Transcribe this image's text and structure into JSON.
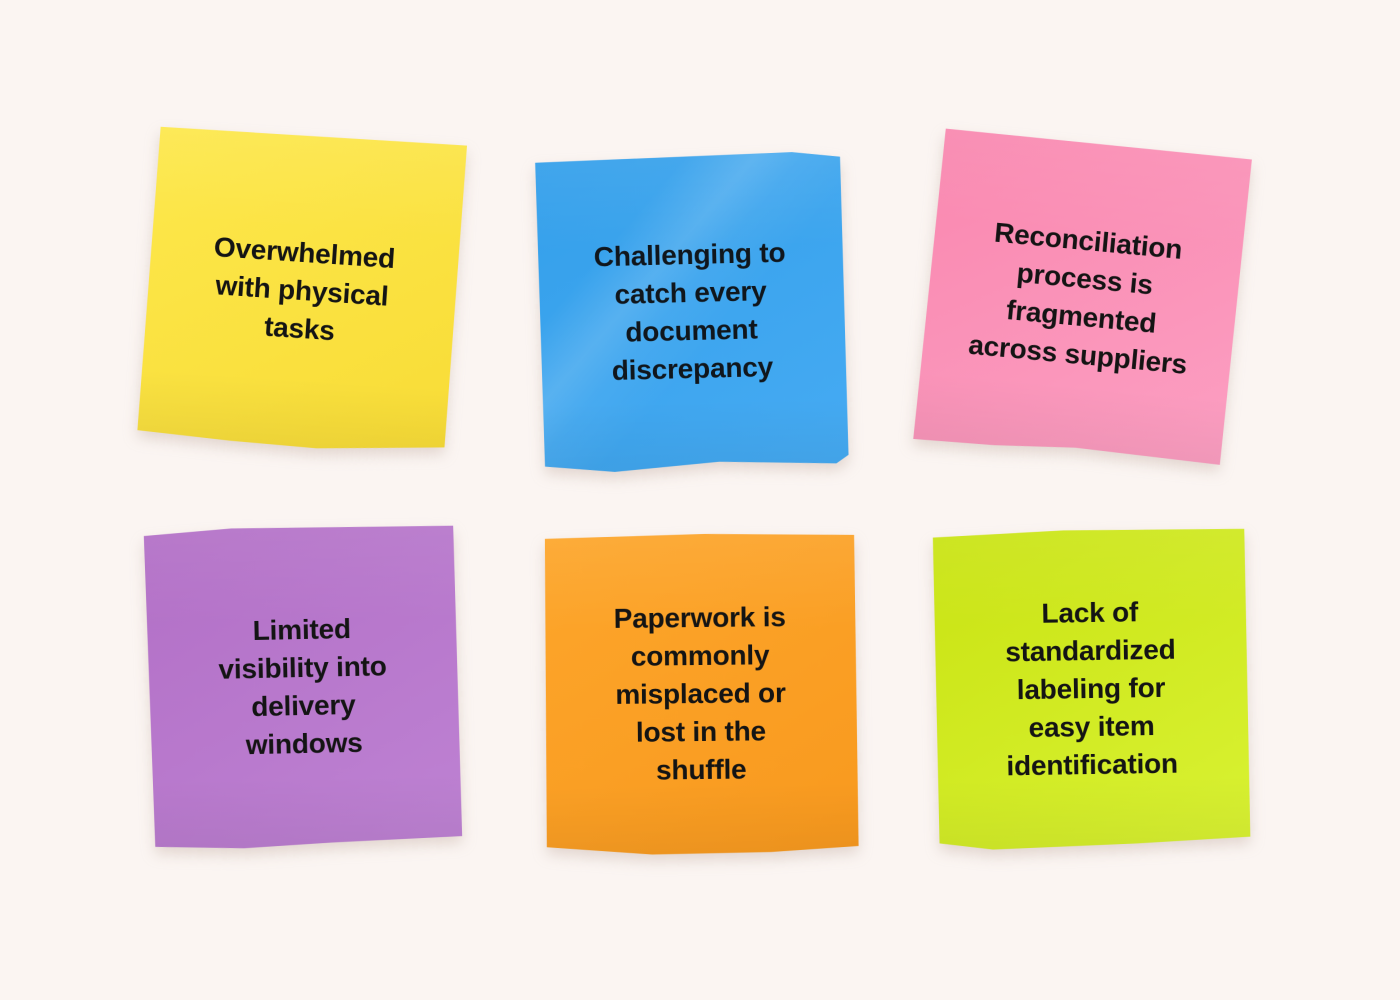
{
  "board": {
    "background_color": "#FBF5F2",
    "text_color": "#141414",
    "notes": [
      {
        "id": "physical-tasks",
        "color_name": "yellow",
        "gradient_top": "#FDE84C",
        "gradient_bottom": "#F8DC36",
        "text_color": "#141414",
        "text": "Overwhelmed\nwith physical\ntasks"
      },
      {
        "id": "document-discrepancy",
        "color_name": "blue",
        "gradient_top": "#339FEA",
        "gradient_bottom": "#46ABF3",
        "text_color": "#10161c",
        "text": "Challenging to\ncatch every\ndocument\ndiscrepancy"
      },
      {
        "id": "fragmented-reconciliation",
        "color_name": "pink",
        "gradient_top": "#F987AF",
        "gradient_bottom": "#FC9FC2",
        "text_color": "#141414",
        "text": "Reconciliation\nprocess is\nfragmented\nacross suppliers"
      },
      {
        "id": "delivery-windows",
        "color_name": "purple",
        "gradient_top": "#B26FC6",
        "gradient_bottom": "#BE82D3",
        "text_color": "#141414",
        "text": "Limited\nvisibility into\ndelivery\nwindows"
      },
      {
        "id": "misplaced-paperwork",
        "color_name": "orange",
        "gradient_top": "#FDA62B",
        "gradient_bottom": "#F8991E",
        "text_color": "#141414",
        "text": "Paperwork is\ncommonly\nmisplaced or\nlost in the\nshuffle"
      },
      {
        "id": "standardized-labeling",
        "color_name": "lime-green",
        "gradient_top": "#C9E312",
        "gradient_bottom": "#D9F233",
        "text_color": "#141414",
        "text": "Lack of\nstandardized\nlabeling for\neasy item\nidentification"
      }
    ]
  }
}
